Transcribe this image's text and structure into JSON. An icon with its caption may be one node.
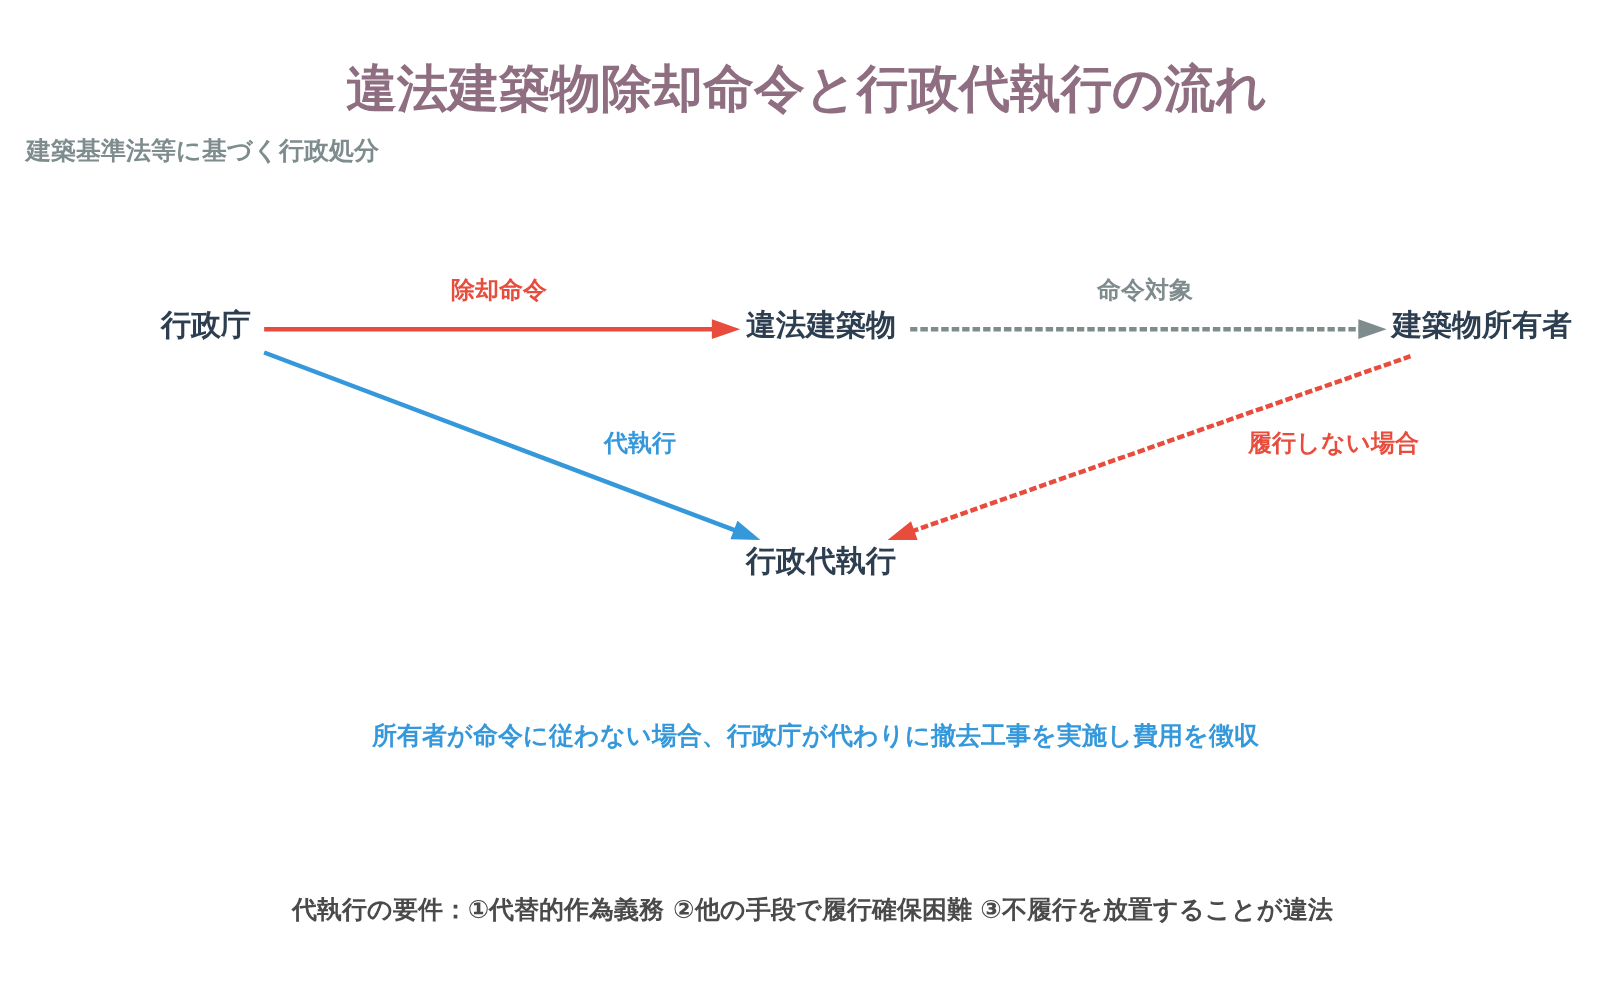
{
  "diagram": {
    "title": "違法建築物除却命令と行政代執行の流れ",
    "nodes": [
      {
        "text": [
          "行政庁"
        ]
      },
      {
        "text": [
          "違法建築物"
        ]
      },
      {
        "text": [
          "建築物所有者"
        ]
      },
      {
        "text": [
          "行政代執行"
        ]
      }
    ],
    "edges": [
      {
        "from": 0,
        "to": 1,
        "arrow": "to",
        "label": "除却命令",
        "color": "#e74c3c"
      },
      {
        "from": 0,
        "to": 3,
        "arrow": "to",
        "label": "代執行",
        "color": "#3498db"
      },
      {
        "from": 1,
        "to": 2,
        "arrow": "to",
        "label": "命令対象",
        "style": "dashed",
        "color": "#7f8c8d"
      },
      {
        "from": 2,
        "to": 3,
        "arrow": "to",
        "label": "履行しない場合",
        "style": "dashed",
        "color": "#e74c3c"
      }
    ],
    "labels": [
      "建築基準法等に基づく行政処分",
      "所有者が命令に従わない場合、行政庁が代わりに撤去工事を実施し費用を徴収",
      "代執行の要件：①代替的作為義務 ②他の手段で履行確保困難 ③不履行を放置することが違法"
    ]
  }
}
